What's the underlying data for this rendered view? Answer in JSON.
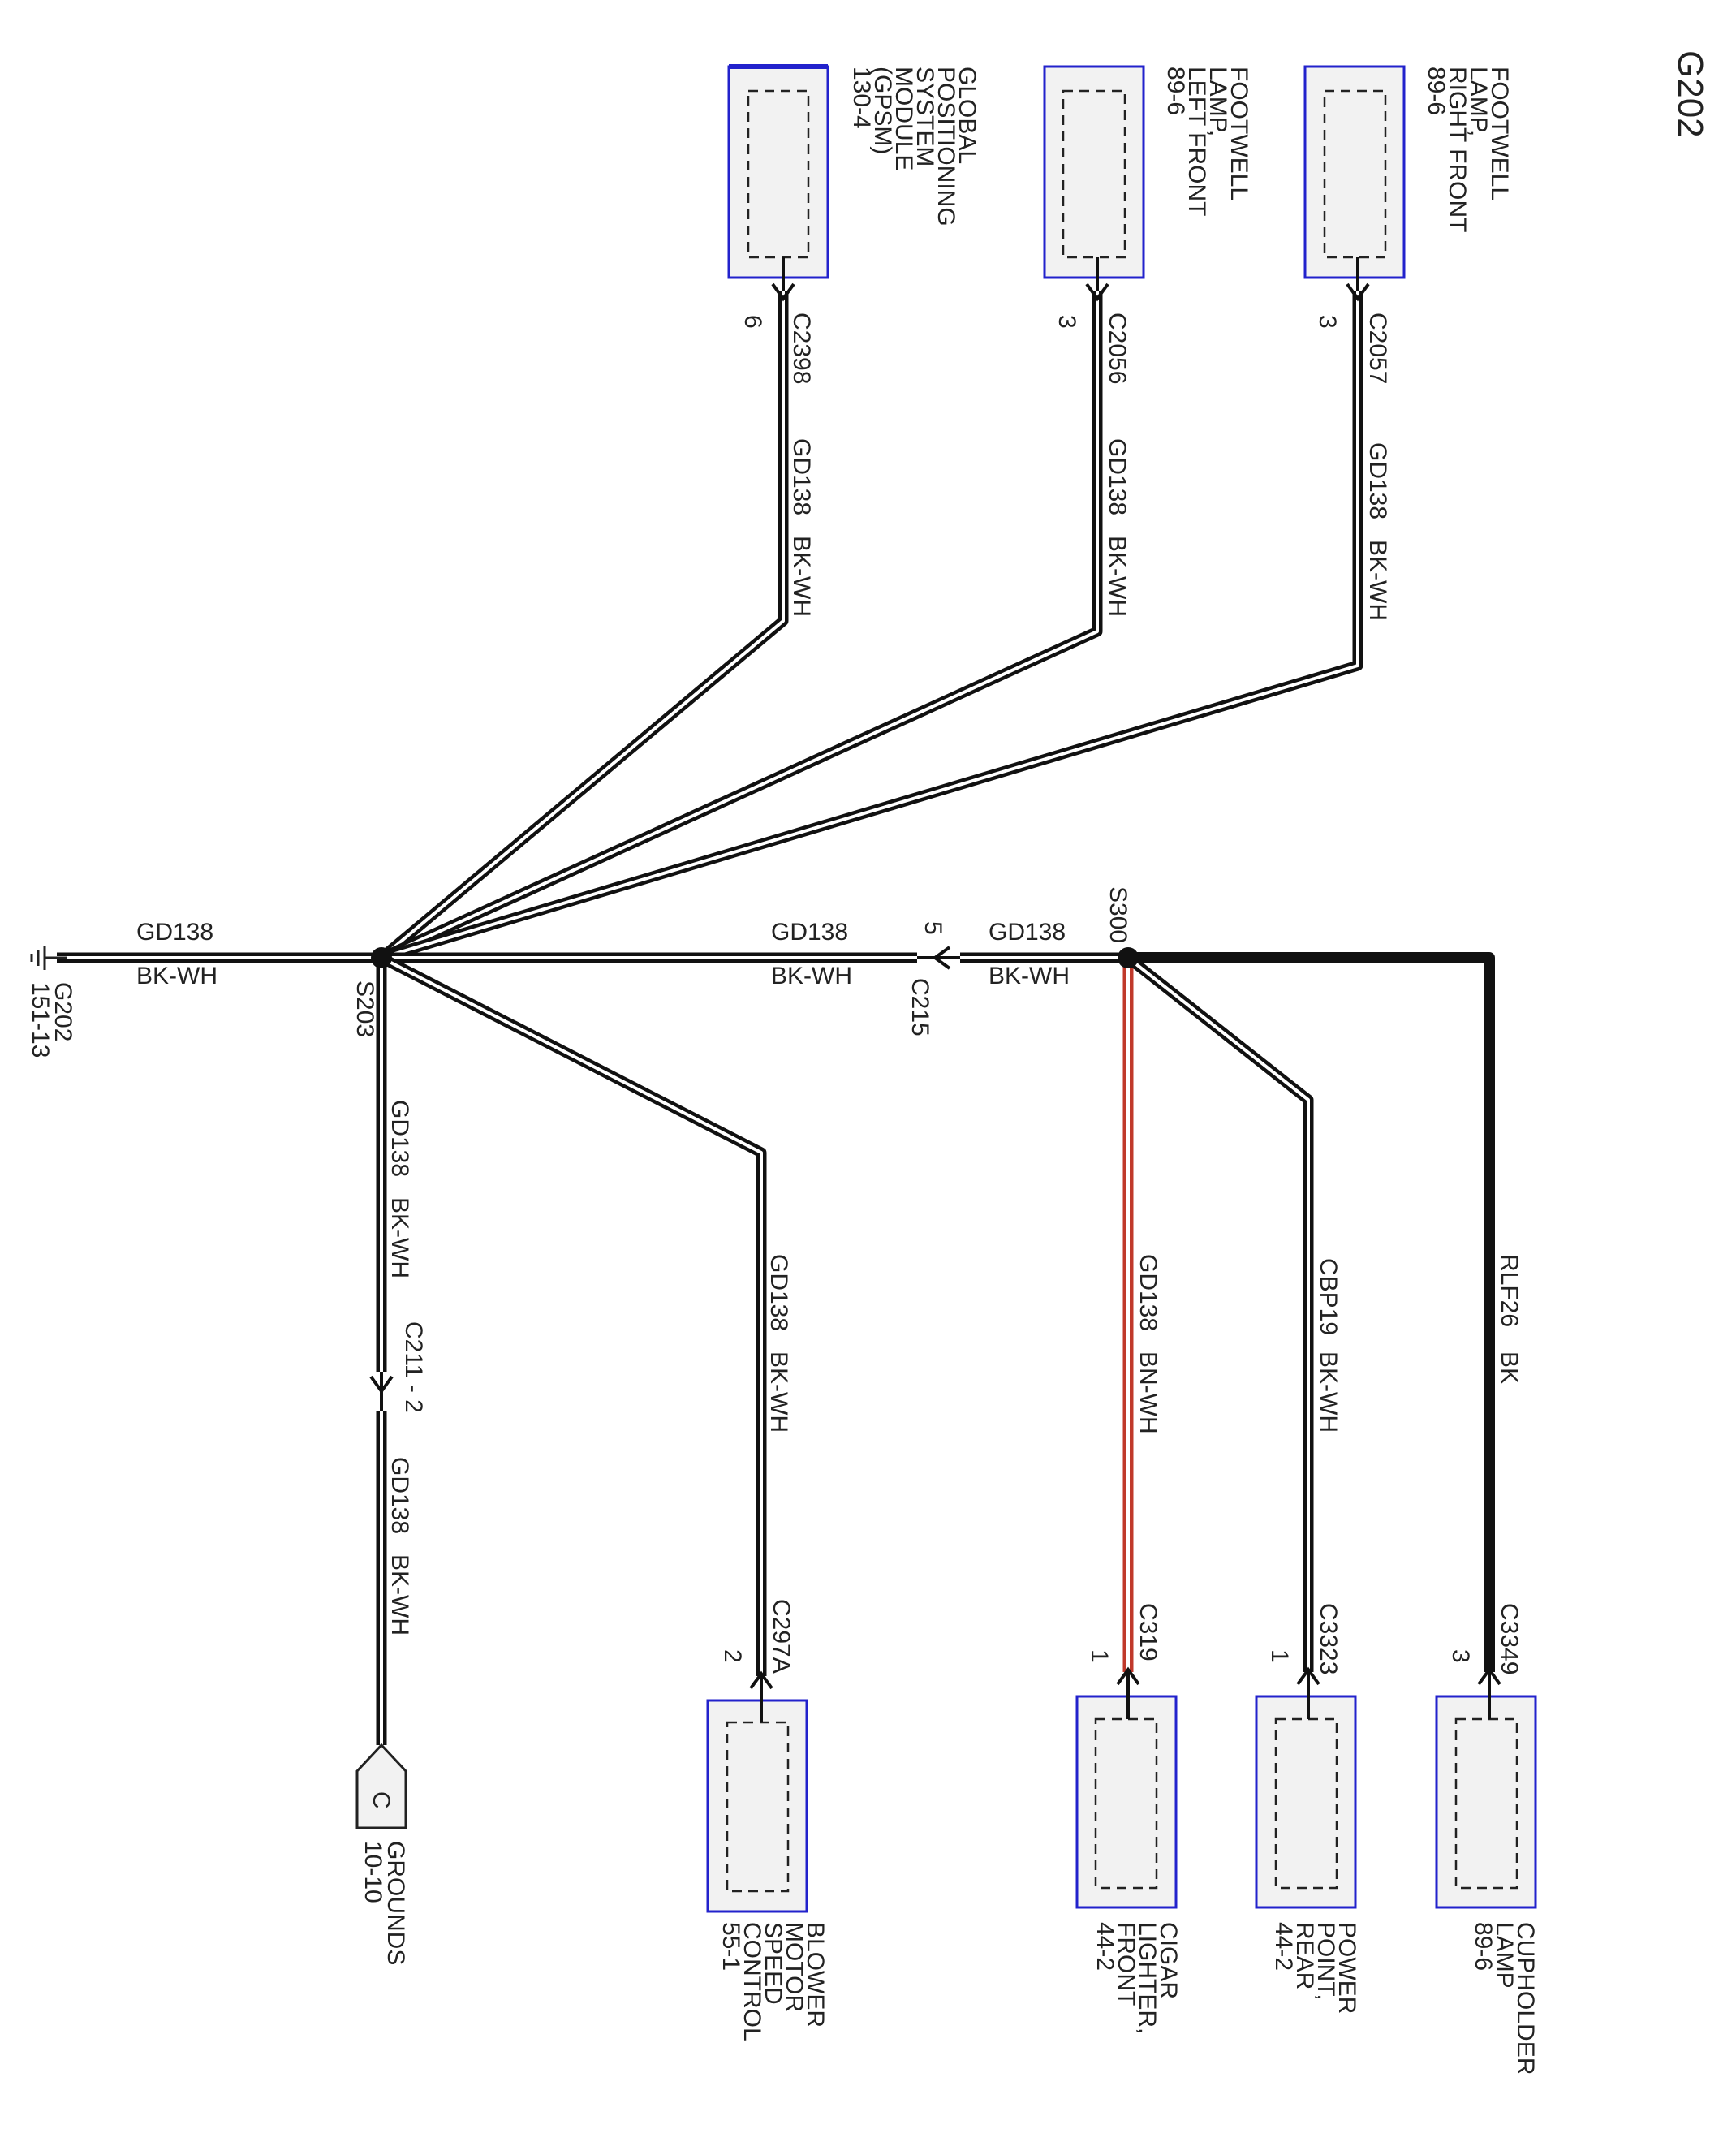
{
  "title": "G202",
  "components": {
    "gpsm": {
      "lines": [
        "GLOBAL",
        "POSITIONING",
        "SYSTEM",
        "MODULE",
        "(GPSM)",
        "130-4"
      ],
      "connector": "C2398",
      "pin": "6"
    },
    "footwell_left": {
      "lines": [
        "FOOTWELL",
        "LAMP,",
        "LEFT FRONT",
        "89-6"
      ],
      "connector": "C2056",
      "pin": "3"
    },
    "footwell_right": {
      "lines": [
        "FOOTWELL",
        "LAMP,",
        "RIGHT FRONT",
        "89-6"
      ],
      "connector": "C2057",
      "pin": "3"
    },
    "blower": {
      "lines": [
        "BLOWER",
        "MOTOR",
        "SPEED",
        "CONTROL",
        "55-1"
      ],
      "connector": "C297A",
      "pin": "2"
    },
    "cigar": {
      "lines": [
        "CIGAR",
        "LIGHTER,",
        "FRONT",
        "44-2"
      ],
      "connector": "C319",
      "pin": "1"
    },
    "power_point": {
      "lines": [
        "POWER",
        "POINT,",
        "REAR",
        "44-2"
      ],
      "connector": "C3323",
      "pin": "1"
    },
    "cupholder": {
      "lines": [
        "CUPHOLDER",
        "LAMP",
        "89-6"
      ],
      "connector": "C3349",
      "pin": "3"
    }
  },
  "ground": {
    "name": "G202",
    "ref": "151-13"
  },
  "grounds_ref": {
    "letter": "C",
    "lines": [
      "GROUNDS",
      "10-10"
    ]
  },
  "splices": {
    "s203": "S203",
    "s300": "S300"
  },
  "inline_connectors": {
    "c215": {
      "name": "C215",
      "pin": "5"
    },
    "c211": {
      "name": "C211 - 2"
    }
  },
  "wires": {
    "gpsm": {
      "circuit": "GD138",
      "color": "BK-WH"
    },
    "footwell_left": {
      "circuit": "GD138",
      "color": "BK-WH"
    },
    "footwell_right": {
      "circuit": "GD138",
      "color": "BK-WH"
    },
    "ground": {
      "circuit": "GD138",
      "color": "BK-WH"
    },
    "s203_c215": {
      "circuit": "GD138",
      "color": "BK-WH"
    },
    "c215_s300": {
      "circuit": "GD138",
      "color": "BK-WH"
    },
    "s203_c211": {
      "circuit": "GD138",
      "color": "BK-WH"
    },
    "c211_grounds": {
      "circuit": "GD138",
      "color": "BK-WH"
    },
    "blower": {
      "circuit": "GD138",
      "color": "BK-WH"
    },
    "cigar": {
      "circuit": "GD138",
      "color": "BN-WH"
    },
    "power_point": {
      "circuit": "CBP19",
      "color": "BK-WH"
    },
    "cupholder": {
      "circuit": "RLF26",
      "color": "BK"
    }
  },
  "colors": {
    "wire": "#111111",
    "bn_wh_wire": "#c0392b",
    "component_border": "#2222cc",
    "component_fill": "#f2f2f2"
  }
}
